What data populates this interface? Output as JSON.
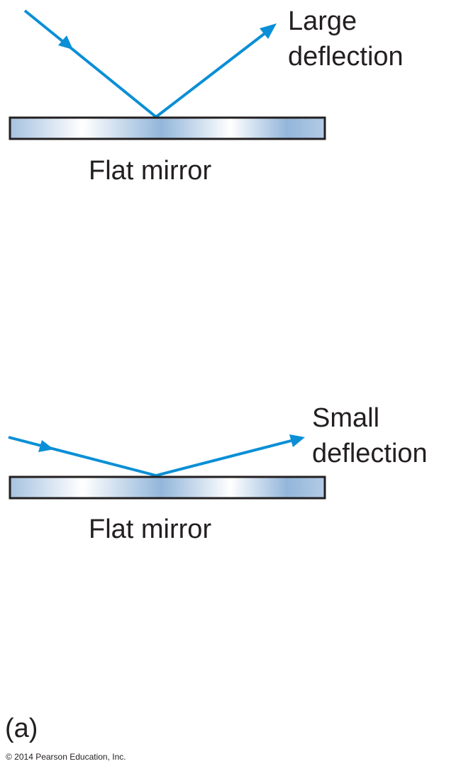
{
  "panel_a": {
    "top": {
      "mirror_label": "Flat mirror",
      "deflection_line1": "Large",
      "deflection_line2": "deflection"
    },
    "bottom": {
      "mirror_label": "Flat mirror",
      "deflection_line1": "Small",
      "deflection_line2": "deflection"
    },
    "panel_label": "(a)"
  },
  "copyright": "© 2014 Pearson Education, Inc.",
  "colors": {
    "ray": "#0a8fd6",
    "mirror_border": "#231f20",
    "mirror_dark": "#93b6da",
    "mirror_light": "#ffffff"
  }
}
